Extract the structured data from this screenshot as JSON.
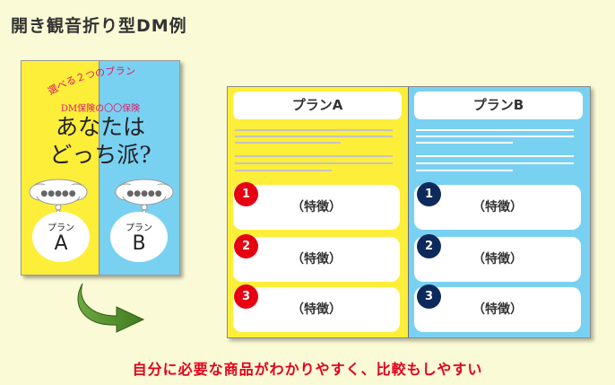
{
  "title": "開き観音折り型DM例",
  "cover": {
    "arc_text": "選べる２つのプラン",
    "subtitle": "DM保険の〇〇保険",
    "heading_line1": "あなたは",
    "heading_line2": "どっち派?",
    "bubble_text": "●●●●●",
    "options": [
      {
        "plan": "プラン",
        "letter": "A"
      },
      {
        "plan": "プラン",
        "letter": "B"
      }
    ],
    "colors": {
      "yellow": "#fdee3a",
      "blue": "#79d1f2",
      "pink": "#e0186a"
    }
  },
  "arrow_color": "#4a8a2a",
  "spread": {
    "plans": [
      {
        "name": "プランA",
        "features": [
          {
            "num": "1",
            "label": "（特徴）"
          },
          {
            "num": "2",
            "label": "（特徴）"
          },
          {
            "num": "3",
            "label": "（特徴）"
          }
        ]
      },
      {
        "name": "プランB",
        "features": [
          {
            "num": "1",
            "label": "（特徴）"
          },
          {
            "num": "2",
            "label": "（特徴）"
          },
          {
            "num": "3",
            "label": "（特徴）"
          }
        ]
      }
    ]
  },
  "caption": "自分に必要な商品がわかりやすく、比較もしやすい"
}
